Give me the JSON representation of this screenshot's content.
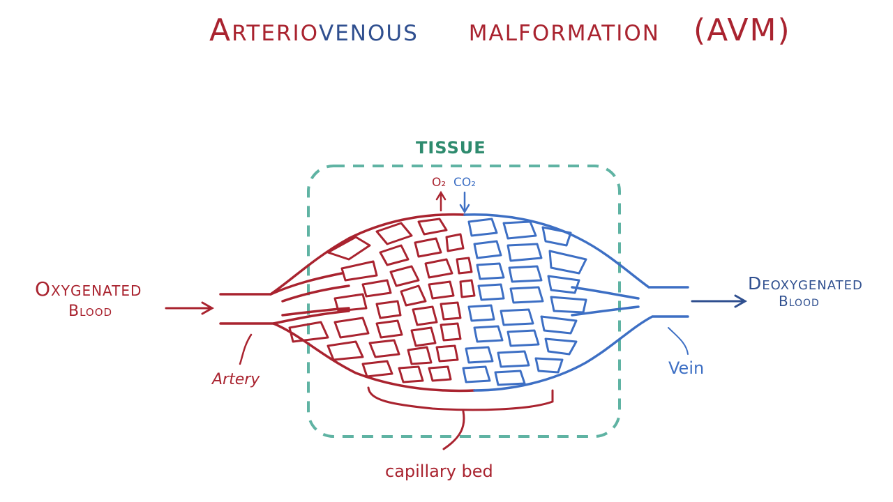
{
  "title": {
    "part1": "Arterio",
    "part2": "venous",
    "part3": "malformation",
    "part4": "(AVM)"
  },
  "labels": {
    "tissue": "TISSUE",
    "o2": "O₂",
    "co2": "CO₂",
    "oxygenated_line1": "Oxygenated",
    "oxygenated_line2": "Blood",
    "deoxygenated_line1": "Deoxygenated",
    "deoxygenated_line2": "Blood",
    "artery": "Artery",
    "vein": "Vein",
    "capillary_bed": "capillary bed"
  },
  "colors": {
    "artery_red": "#a9232f",
    "vein_blue": "#3d6fc4",
    "dark_blue": "#2f4f8f",
    "tissue_green": "#5fb3a3",
    "tissue_label": "#2e8b6e"
  }
}
